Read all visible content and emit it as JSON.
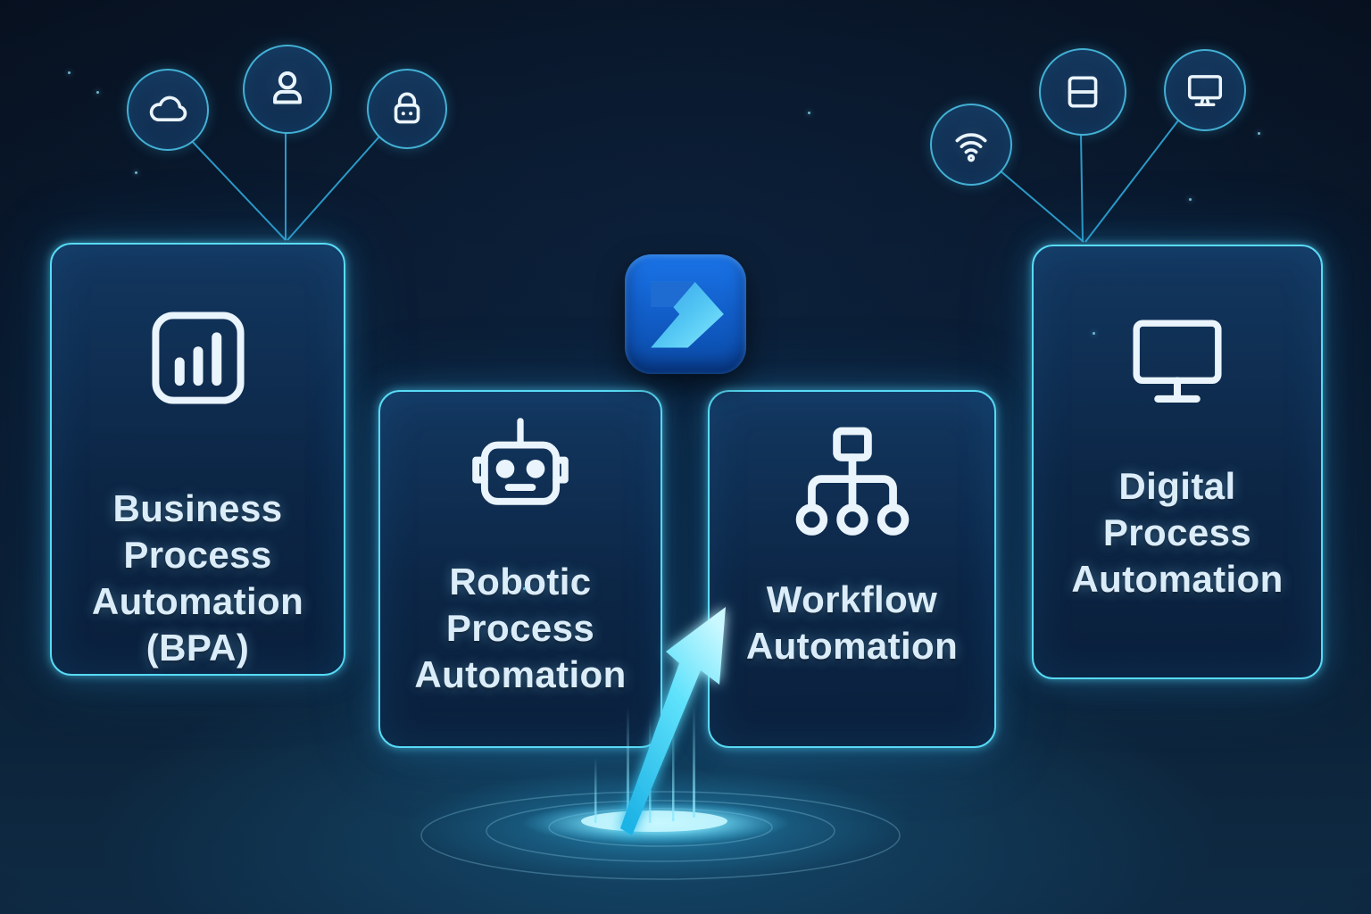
{
  "colors": {
    "background_top": "#060e1b",
    "background_bottom": "#0e2a44",
    "card_fill": "#0d2c50",
    "accent_cyan": "#58dbf6",
    "connector_line": "#2fa8d9",
    "icon_stroke": "#eaf4fc",
    "text": "#dcedfa",
    "logo_blue": "#1260cc",
    "logo_glyph_cyan": "#7fe6fb",
    "arrow_cyan": "#46e0fb"
  },
  "center_logo": {
    "name": "power-automate-style-app-icon"
  },
  "satellite_icons": {
    "left": [
      {
        "name": "cloud-icon"
      },
      {
        "name": "user-icon"
      },
      {
        "name": "lock-icon"
      }
    ],
    "right": [
      {
        "name": "wifi-icon"
      },
      {
        "name": "window-icon"
      },
      {
        "name": "monitor-icon"
      }
    ]
  },
  "cards": [
    {
      "id": "bpa",
      "icon": "bar-chart-icon",
      "label": "Business Process Automation (BPA)",
      "lines": [
        "Business",
        "Process",
        "Automation",
        "(BPA)"
      ]
    },
    {
      "id": "rpa",
      "icon": "robot-icon",
      "label": "Robotic Process Automation",
      "lines": [
        "Robotic",
        "Process",
        "Automation"
      ]
    },
    {
      "id": "workflow",
      "icon": "flow-hierarchy-icon",
      "label": "Workflow Automation",
      "lines": [
        "Workflow",
        "Automation"
      ]
    },
    {
      "id": "dpa",
      "icon": "monitor-icon",
      "label": "Digital Process Automation",
      "lines": [
        "Digital",
        "Process",
        "Automation"
      ]
    }
  ],
  "effects": {
    "arrow": "rising-glow-arrow",
    "base": "glow-ripple-pool"
  }
}
